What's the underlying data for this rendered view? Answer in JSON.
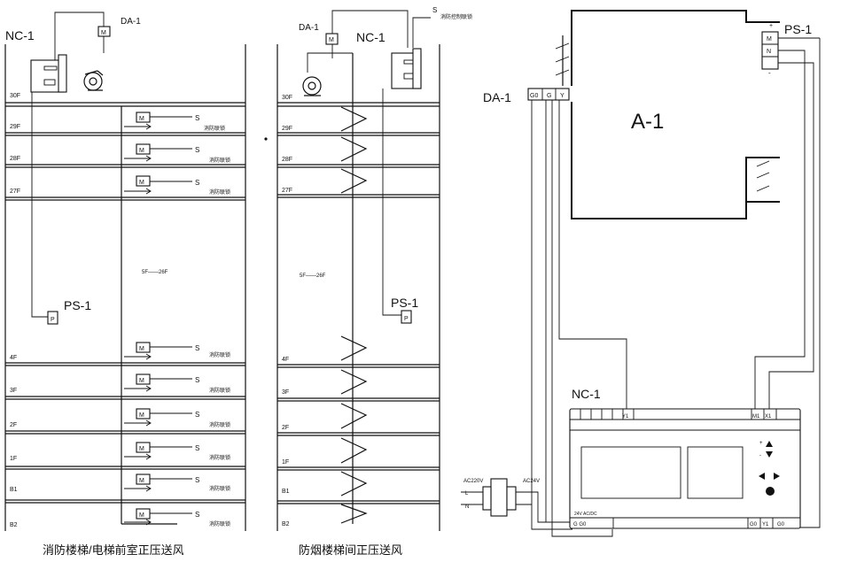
{
  "left": {
    "nc_label": "NC-1",
    "da_label": "DA-1",
    "ps_label": "PS-1",
    "range_label": "5F——26F",
    "caption": "消防楼梯/电梯前室正压送风",
    "floors": [
      "30F",
      "29F",
      "28F",
      "27F",
      "4F",
      "3F",
      "2F",
      "1F",
      "B1",
      "B2"
    ],
    "valve_text": "消防联锁",
    "s_label": "S",
    "m_label": "M",
    "p_label": "P"
  },
  "middle": {
    "nc_label": "NC-1",
    "da_label": "DA-1",
    "ps_label": "PS-1",
    "range_label": "5F——26F",
    "caption": "防烟楼梯间正压送风",
    "floors": [
      "30F",
      "29F",
      "28F",
      "27F",
      "4F",
      "3F",
      "2F",
      "1F",
      "B1",
      "B2"
    ],
    "top_note": "消防控制联锁",
    "s_label": "S",
    "m_label": "M",
    "p_label": "P"
  },
  "right": {
    "room_label": "A-1",
    "da_label": "DA-1",
    "ps_label": "PS-1",
    "nc_label": "NC-1",
    "da_terminals": [
      "G0",
      "G",
      "Y"
    ],
    "ps_terminals": [
      "+",
      "M",
      "N",
      "-"
    ],
    "ac_in": "AC220V",
    "ac_out": "AC24V",
    "line_l": "L",
    "line_n": "N",
    "nc_top_terminals": [
      "Y1",
      "M1",
      "X1"
    ],
    "nc_bottom_left": "G  G0",
    "nc_bottom_right": [
      "G0",
      "Y1",
      "G0"
    ],
    "nc_small_note": "24V AC/DC"
  }
}
